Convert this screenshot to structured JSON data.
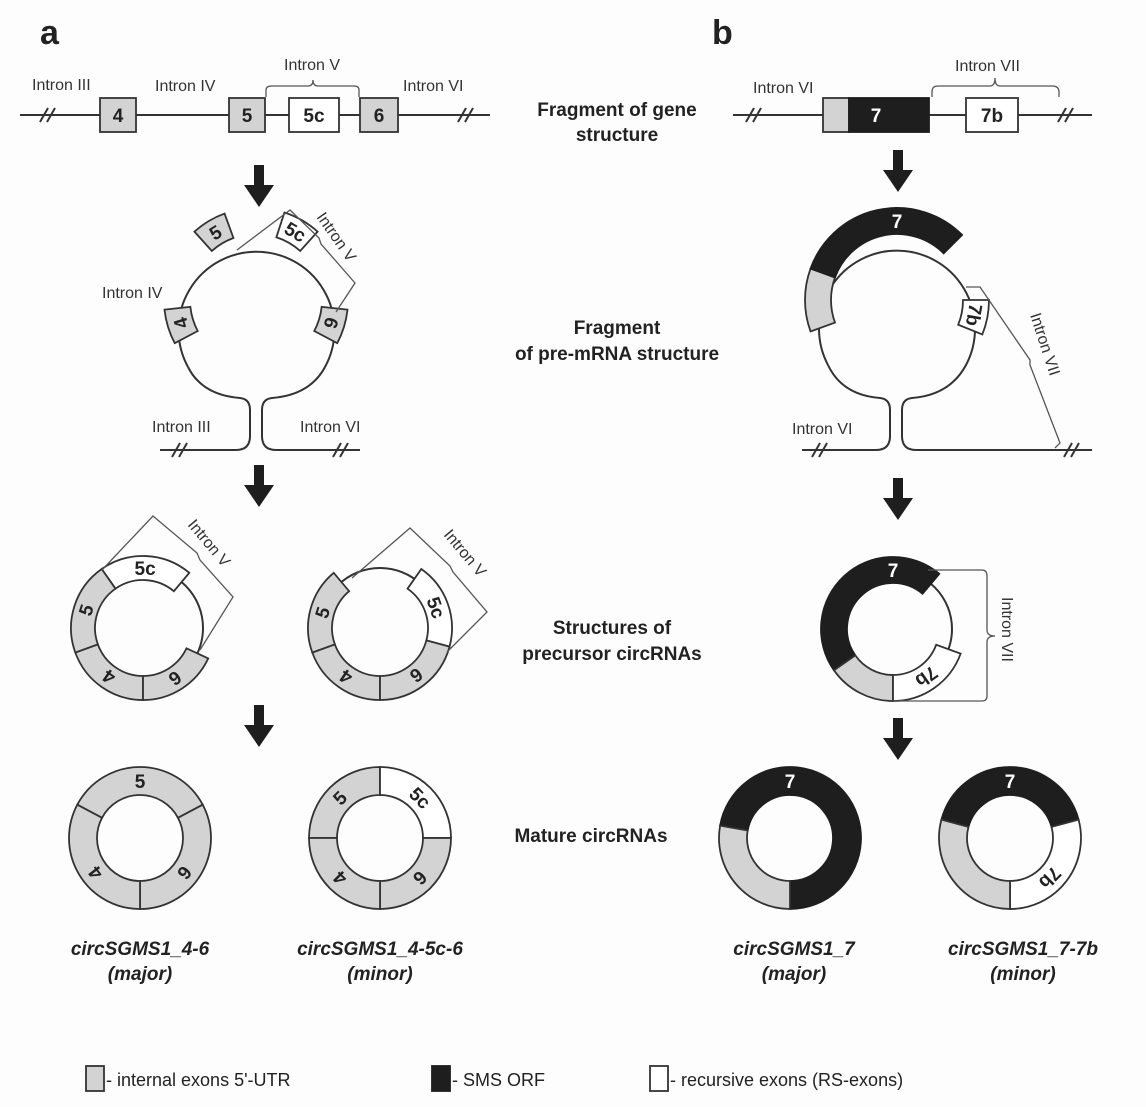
{
  "panels": {
    "a": "a",
    "b": "b"
  },
  "stages": {
    "gene_line1": "Fragment of gene",
    "gene_line2": "structure",
    "premrna_line1": "Fragment",
    "premrna_line2": "of pre-mRNA structure",
    "precursor_line1": "Structures of",
    "precursor_line2": "precursor circRNAs",
    "mature": "Mature circRNAs"
  },
  "introns": {
    "III": "Intron III",
    "IV": "Intron IV",
    "V": "Intron V",
    "VI": "Intron VI",
    "VII": "Intron VII"
  },
  "exons": {
    "e4": "4",
    "e5": "5",
    "e5c": "5c",
    "e6": "6",
    "e7": "7",
    "e7b": "7b"
  },
  "colors": {
    "internal_exon_5utr": "#d3d3d3",
    "sms_orf": "#1e1e1e",
    "recursive_exon": "#ffffff"
  },
  "products": {
    "a_major_name": "circSGMS1_4-6",
    "a_major_tag": "(major)",
    "a_minor_name": "circSGMS1_4-5c-6",
    "a_minor_tag": "(minor)",
    "b_major_name": "circSGMS1_7",
    "b_major_tag": "(major)",
    "b_minor_name": "circSGMS1_7-7b",
    "b_minor_tag": "(minor)"
  },
  "legend": [
    {
      "label": "- internal exons 5'-UTR",
      "color": "#d3d3d3"
    },
    {
      "label": "- SMS ORF",
      "color": "#1e1e1e"
    },
    {
      "label": "- recursive exons (RS-exons)",
      "color": "#ffffff"
    }
  ]
}
